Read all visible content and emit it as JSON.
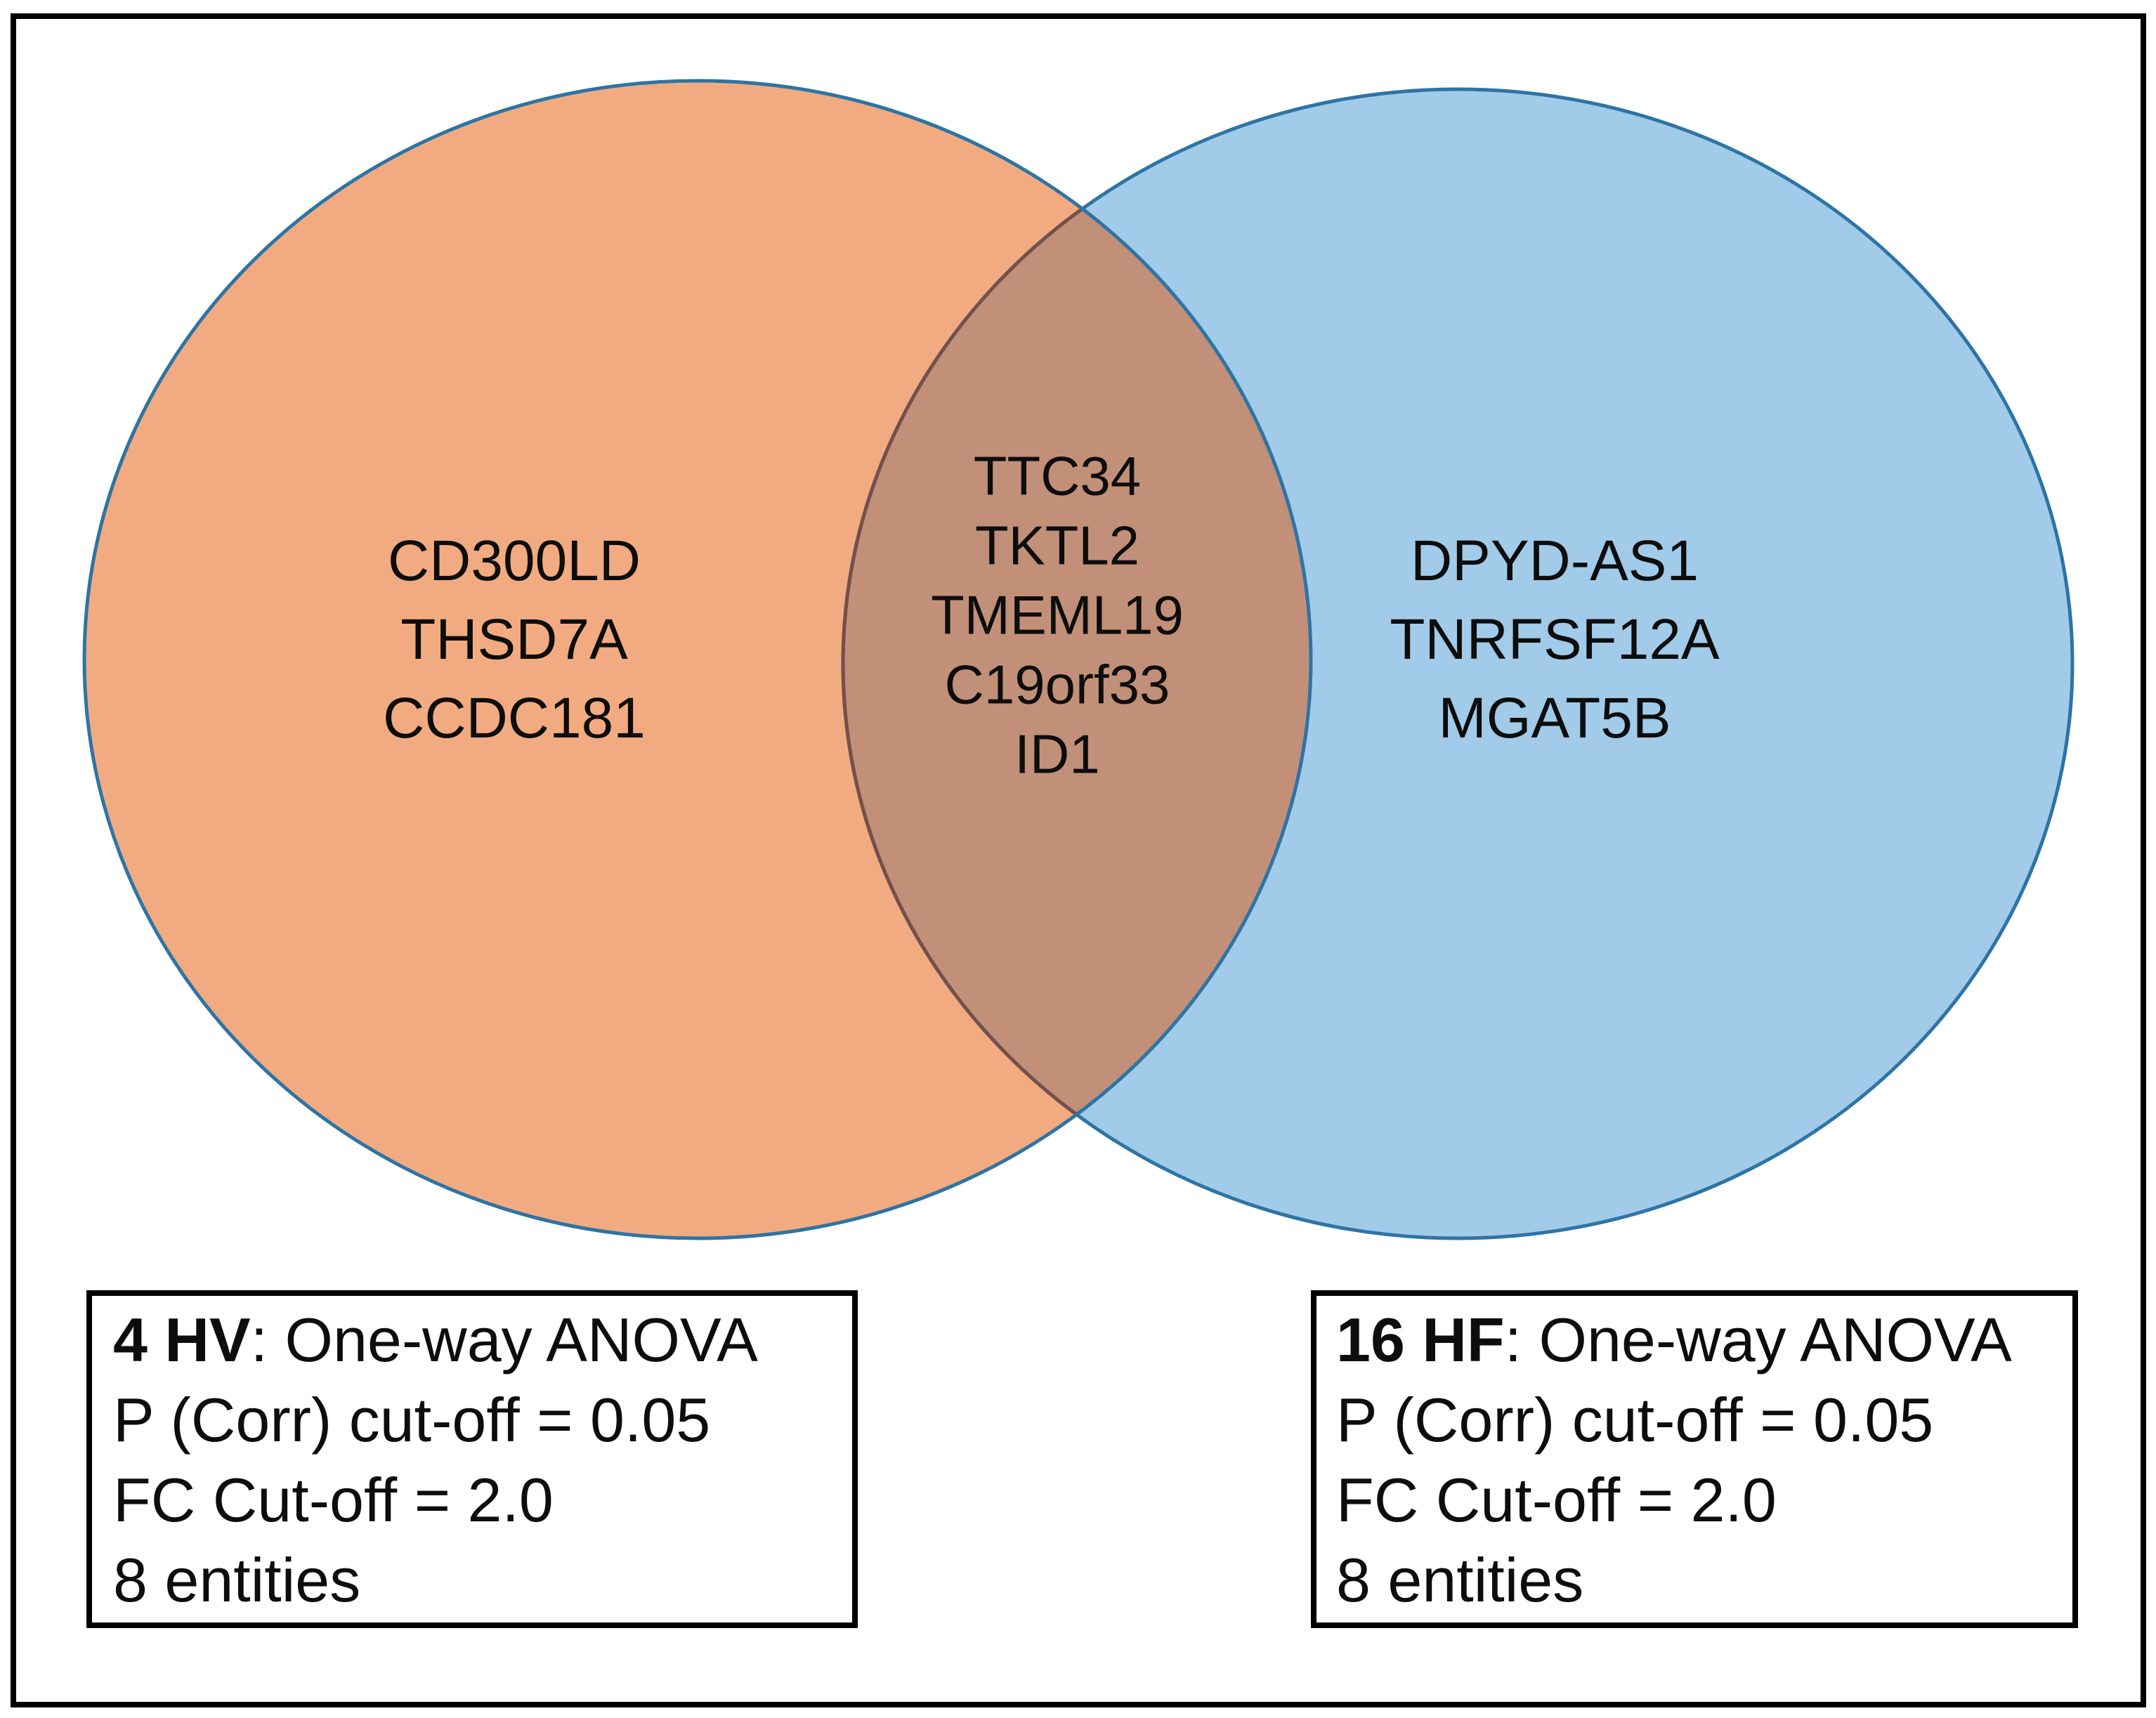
{
  "colors": {
    "left_fill": "#F2AB80",
    "right_fill": "#A1CBE8",
    "overlap_fill": "#C29078",
    "circle_stroke": "#2E74A4",
    "overlap_stroke": "#75504A",
    "frame_stroke": "#000000",
    "box_border": "#000000",
    "text": "#0D0D0D"
  },
  "venn": {
    "left_genes": [
      "CD300LD",
      "THSD7A",
      "CCDC181"
    ],
    "overlap_genes": [
      "TTC34",
      "TKTL2",
      "TMEML19",
      "C19orf33",
      "ID1"
    ],
    "right_genes": [
      "DPYD-AS1",
      "TNRFSF12A",
      "MGAT5B"
    ]
  },
  "left_box": {
    "label": "4 HV",
    "label_suffix": ": One-way ANOVA",
    "line2": "P (Corr) cut-off = 0.05",
    "line3": "FC Cut-off = 2.0",
    "line4": "8 entities"
  },
  "right_box": {
    "label": "16 HF",
    "label_suffix": ": One-way ANOVA",
    "line2": "P (Corr) cut-off = 0.05",
    "line3": "FC Cut-off = 2.0",
    "line4": "8 entities"
  }
}
